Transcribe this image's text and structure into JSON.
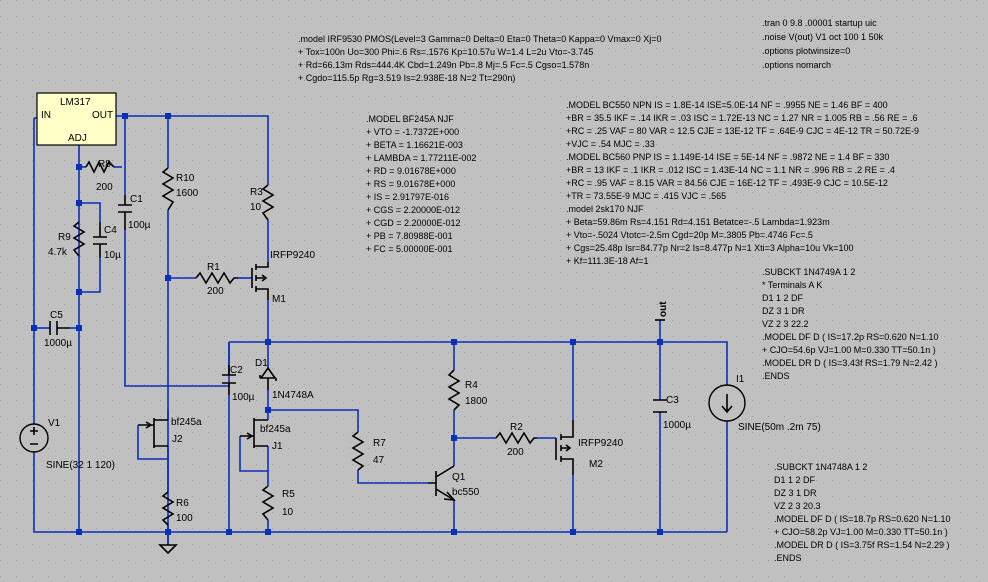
{
  "colors": {
    "background": "#c0c0c0",
    "wire": "#0a2fb8",
    "component": "#000000",
    "regulator_fill": "#ffffc8"
  },
  "regulator": {
    "name": "LM317",
    "in": "IN",
    "out": "OUT",
    "adj": "ADJ"
  },
  "components": {
    "R8": {
      "ref": "R8",
      "value": "200"
    },
    "C1": {
      "ref": "C1",
      "value": "100µ"
    },
    "R9": {
      "ref": "R9",
      "value": "4.7k"
    },
    "C4": {
      "ref": "C4",
      "value": "10µ"
    },
    "C5": {
      "ref": "C5",
      "value": "1000µ"
    },
    "V1": {
      "ref": "V1",
      "value": "SINE(32 1 120)"
    },
    "R10": {
      "ref": "R10",
      "value": "1600"
    },
    "R3": {
      "ref": "R3",
      "value": "10"
    },
    "R1": {
      "ref": "R1",
      "value": "200"
    },
    "M1": {
      "ref": "M1",
      "value": "IRFP9240"
    },
    "D1": {
      "ref": "D1",
      "value": "1N4748A"
    },
    "C2": {
      "ref": "C2",
      "value": "100µ"
    },
    "J2": {
      "ref": "J2",
      "value": "bf245a"
    },
    "R6": {
      "ref": "R6",
      "value": "100"
    },
    "J1": {
      "ref": "J1",
      "value": "bf245a"
    },
    "R5": {
      "ref": "R5",
      "value": "10"
    },
    "R7": {
      "ref": "R7",
      "value": "47"
    },
    "R4": {
      "ref": "R4",
      "value": "1800"
    },
    "Q1": {
      "ref": "Q1",
      "value": "bc550"
    },
    "R2": {
      "ref": "R2",
      "value": "200"
    },
    "M2": {
      "ref": "M2",
      "value": "IRFP9240"
    },
    "C3": {
      "ref": "C3",
      "value": "1000µ"
    },
    "I1": {
      "ref": "I1",
      "value": "SINE(50m .2m 75)"
    }
  },
  "net_out": "out",
  "directives": {
    "irf9530": [
      ".model IRF9530  PMOS(Level=3 Gamma=0 Delta=0 Eta=0 Theta=0 Kappa=0 Vmax=0 Xj=0",
      "+                    Tox=100n Uo=300 Phi=.6 Rs=.1576 Kp=10.57u W=1.4 L=2u Vto=-3.745",
      "+                    Rd=66.13m Rds=444.4K Cbd=1.249n Pb=.8 Mj=.5 Fc=.5 Cgso=1.578n",
      "+                    Cgdo=115.5p Rg=3.519 Is=2.938E-18 N=2 Tt=290n)"
    ],
    "tran": [
      ".tran 0 9.8 .00001 startup uic",
      ".noise V(out) V1 oct 100 1 50k",
      ".options plotwinsize=0",
      ".options nomarch"
    ],
    "bf245a": [
      ".MODEL   BF245A   NJF",
      "+           VTO  = -1.7372E+000",
      "+          BETA  = 1.16621E-003",
      "+        LAMBDA  = 1.77211E-002",
      "+            RD  = 9.01678E+000",
      "+            RS  = 9.01678E+000",
      "+            IS  = 2.91797E-016",
      "+           CGS  = 2.20000E-012",
      "+           CGD  = 2.20000E-012",
      "+            PB  = 7.80988E-001",
      "+            FC  = 5.00000E-001"
    ],
    "bc550": [
      ".MODEL BC550 NPN IS = 1.8E-14 ISE=5.0E-14 NF = .9955 NE = 1.46 BF = 400",
      "+BR = 35.5 IKF = .14 IKR = .03 ISC = 1.72E-13 NC = 1.27 NR = 1.005 RB = .56 RE = .6",
      "+RC = .25 VAF = 80 VAR = 12.5 CJE = 13E-12 TF = .64E-9 CJC = 4E-12 TR = 50.72E-9",
      "+VJC = .54 MJC = .33",
      ".MODEL BC560 PNP IS = 1.149E-14 ISE = 5E-14 NF = .9872 NE = 1.4 BF = 330",
      "+BR = 13 IKF = .1 IKR = .012 ISC = 1.43E-14 NC = 1.1 NR = .996 RB = .2 RE = .4",
      "+RC = .95 VAF = 8.15 VAR = 84.56 CJE = 16E-12 TF = .493E-9 CJC = 10.5E-12",
      "+TR = 73.55E-9 MJC = .415 VJC = .565",
      ".model 2sk170 NJF",
      "+ Beta=59.86m Rs=4.151 Rd=4.151 Betatce=-.5 Lambda=1.923m",
      "+ Vto=-.5024 Vtotc=-2.5m Cgd=20p M=.3805 Pb=.4746 Fc=.5",
      "+ Cgs=25.48p Isr=84.77p Nr=2 Is=8.477p N=1 Xti=3 Alpha=10u Vk=100",
      "+ Kf=111.3E-18 Af=1"
    ],
    "n4749a": [
      ".SUBCKT 1N4749A  1 2",
      "*          Terminals    A     K",
      "D1 1 2 DF",
      "DZ 3 1 DR",
      "VZ 2 3 22.2",
      ".MODEL DF D ( IS=17.2p RS=0.620 N=1.10",
      "+ CJO=54.6p VJ=1.00 M=0.330 TT=50.1n )",
      ".MODEL DR D ( IS=3.43f RS=1.79 N=2.42 )",
      ".ENDS"
    ],
    "n4748a": [
      ".SUBCKT 1N4748A  1 2",
      "D1 1 2 DF",
      "DZ 3 1 DR",
      "VZ 2 3 20.3",
      ".MODEL DF D ( IS=18.7p RS=0.620 N=1.10",
      "+ CJO=58.2p VJ=1.00 M=0.330 TT=50.1n )",
      ".MODEL DR D ( IS=3.75f RS=1.54 N=2.29 )",
      ".ENDS"
    ]
  }
}
